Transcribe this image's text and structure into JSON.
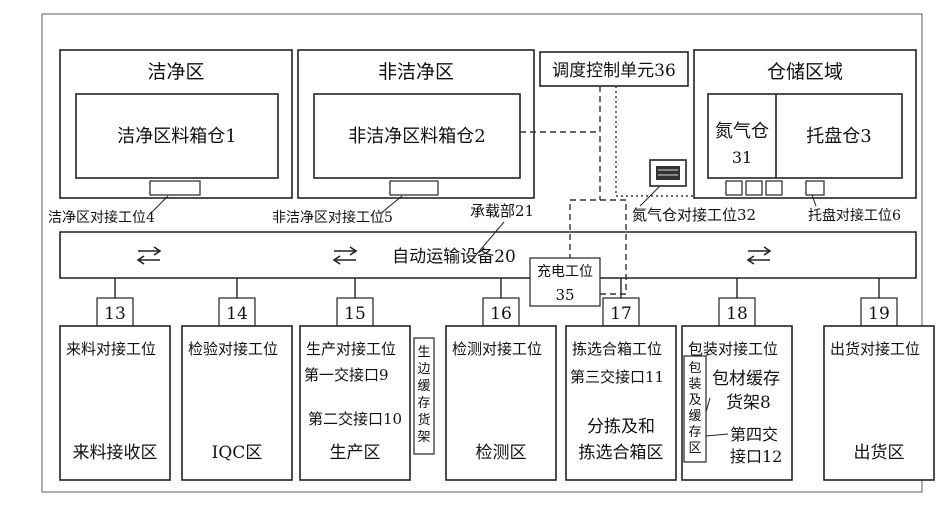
{
  "areas": {
    "clean_zone": "洁净区",
    "clean_bin": "洁净区料箱仓1",
    "nonclean_zone": "非洁净区",
    "nonclean_bin": "非洁净区料箱仓2",
    "dispatch_unit": "调度控制单元36",
    "storage_zone": "仓储区域",
    "nitrogen_cabinet": "氮气仓",
    "nitrogen_cabinet_num": "31",
    "pallet_bin": "托盘仓3"
  },
  "dock_labels": {
    "clean_dock": "洁净区对接工位4",
    "nonclean_dock": "非洁净区对接工位5",
    "carrier": "承载部21",
    "nitrogen_dock": "氮气仓对接工位32",
    "pallet_dock": "托盘对接工位6"
  },
  "transport": {
    "label": "自动运输设备20",
    "charging_station": "充电工位",
    "charging_num": "35"
  },
  "stations": [
    {
      "num": "13",
      "title": "来料对接工位",
      "zone": "来料接收区"
    },
    {
      "num": "14",
      "title": "检验对接工位",
      "zone": "IQC区"
    },
    {
      "num": "15",
      "title": "生产对接工位",
      "zone": "生产区",
      "port1": "第一交接口9",
      "port2": "第二交接口10",
      "side": "生边缓存货架"
    },
    {
      "num": "16",
      "title": "检测对接工位",
      "zone": "检测区"
    },
    {
      "num": "17",
      "title": "拣选合箱工位",
      "zone_line1": "分拣及和",
      "zone_line2": "拣选合箱区",
      "port3": "第三交接口11"
    },
    {
      "num": "18",
      "title": "包装对接工位",
      "side": "包装及缓存区",
      "rack_line1": "包材缓存",
      "rack_line2": "货架8",
      "port4_line1": "第四交",
      "port4_line2": "接口12"
    },
    {
      "num": "19",
      "title": "出货对接工位",
      "zone": "出货区"
    }
  ]
}
